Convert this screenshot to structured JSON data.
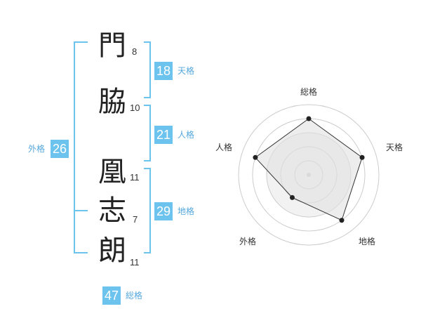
{
  "name_chars": [
    {
      "char": "門",
      "strokes": "8"
    },
    {
      "char": "脇",
      "strokes": "10"
    },
    {
      "char": "凰",
      "strokes": "11"
    },
    {
      "char": "志",
      "strokes": "7"
    },
    {
      "char": "朗",
      "strokes": "11"
    }
  ],
  "kakusu": {
    "tenkaku": {
      "value": "18",
      "label": "天格"
    },
    "jinkaku": {
      "value": "21",
      "label": "人格"
    },
    "chikaku": {
      "value": "29",
      "label": "地格"
    },
    "gaikaku": {
      "value": "26",
      "label": "外格"
    },
    "soukaku": {
      "value": "47",
      "label": "総格"
    }
  },
  "chart_data": {
    "type": "radar",
    "axes": [
      "総格",
      "天格",
      "地格",
      "外格",
      "人格"
    ],
    "values": [
      4,
      4,
      4,
      2,
      4
    ],
    "rmax": 5,
    "grid_rings": 5,
    "colors": {
      "bracket": "#6cc3ee",
      "fill": "#e8e8e8",
      "line": "#333333",
      "grid": "#cccccc"
    }
  }
}
